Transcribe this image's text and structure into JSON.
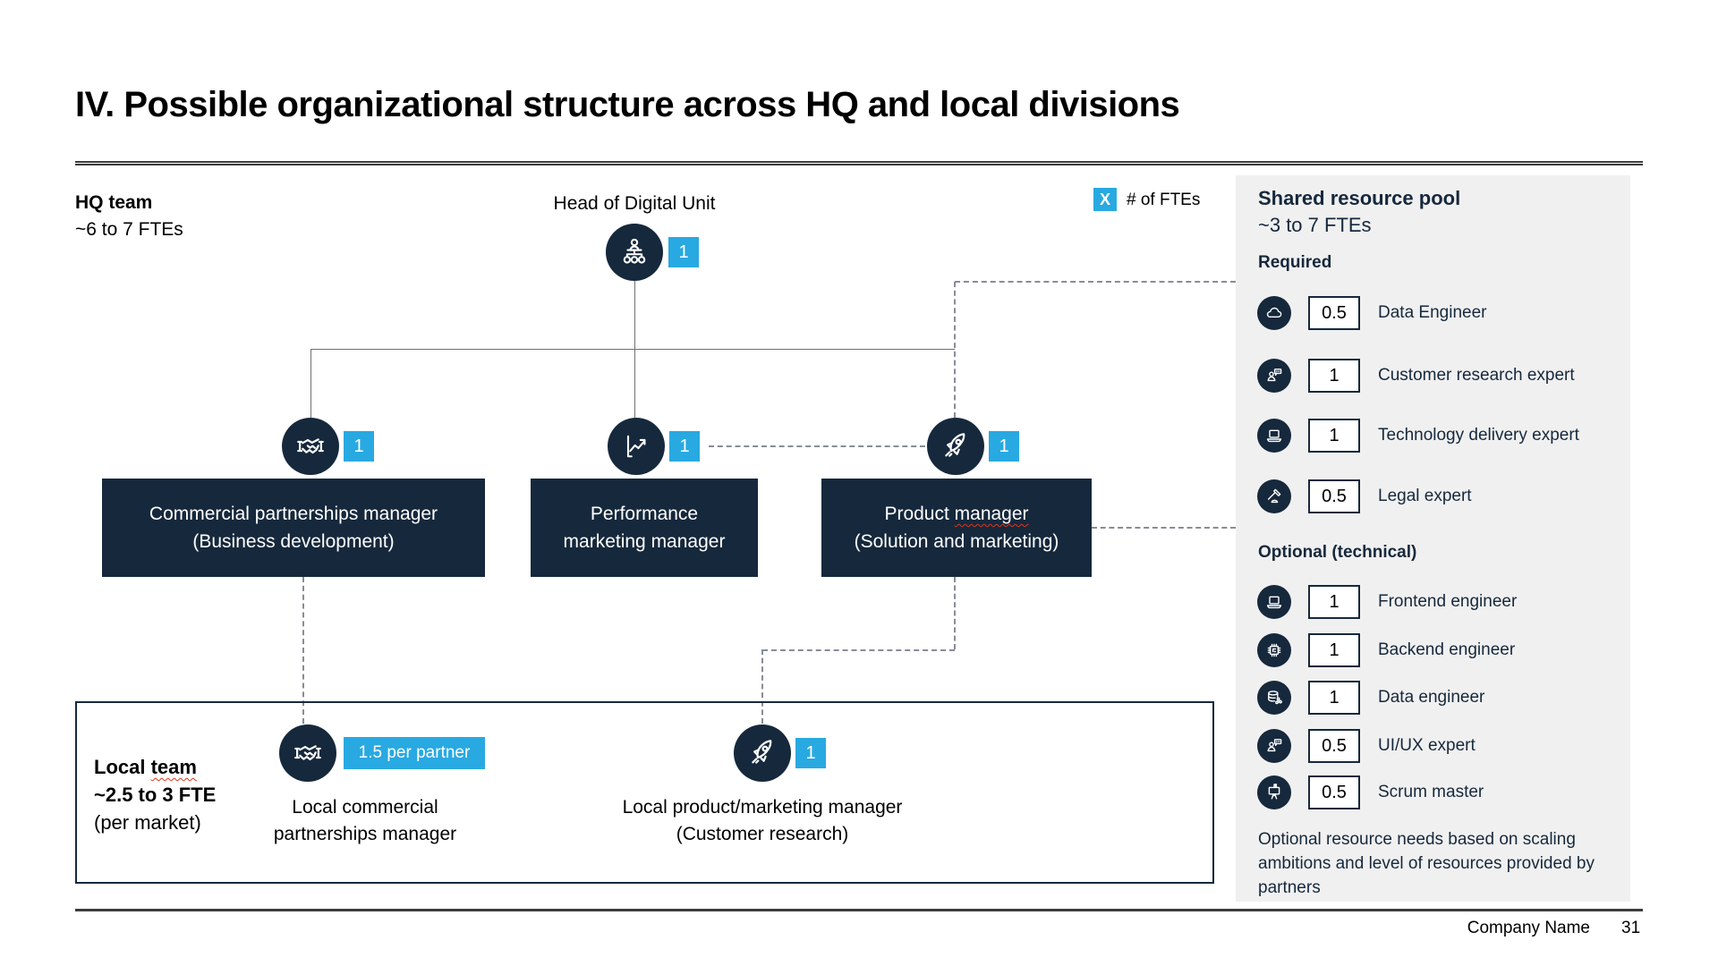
{
  "title": "IV. Possible organizational structure across HQ and local divisions",
  "legend": {
    "symbol": "X",
    "label": "# of FTEs"
  },
  "hq": {
    "label": "HQ team",
    "sub": "~6 to 7 FTEs",
    "head": {
      "title": "Head of Digital Unit",
      "fte": "1",
      "icon": "org-chart-icon"
    },
    "managers": [
      {
        "icon": "handshake-icon",
        "fte": "1",
        "line1": "Commercial partnerships manager",
        "line2": "(Business development)"
      },
      {
        "icon": "growth-chart-icon",
        "fte": "1",
        "line1": "Performance",
        "line2": "marketing manager"
      },
      {
        "icon": "rocket-icon",
        "fte": "1",
        "line1_a": "Product",
        "line1_b": "manager",
        "line2": "(Solution and marketing)"
      }
    ]
  },
  "local": {
    "label_a": "Local",
    "label_b": "team",
    "sub1": "~2.5 to 3 FTE",
    "sub2": "(per market)",
    "members": [
      {
        "icon": "handshake-icon",
        "fte": "1.5 per partner",
        "line1": "Local commercial",
        "line2": "partnerships manager"
      },
      {
        "icon": "rocket-icon",
        "fte": "1",
        "line1": "Local product/marketing manager",
        "line2": "(Customer research)"
      }
    ]
  },
  "pool": {
    "title": "Shared resource pool",
    "sub": "~3 to 7 FTEs",
    "required_label": "Required",
    "required": [
      {
        "icon": "cloud-icon",
        "fte": "0.5",
        "label": "Data Engineer"
      },
      {
        "icon": "customer-chat-icon",
        "fte": "1",
        "label": "Customer research expert"
      },
      {
        "icon": "laptop-icon",
        "fte": "1",
        "label": "Technology delivery expert"
      },
      {
        "icon": "gavel-icon",
        "fte": "0.5",
        "label": "Legal expert"
      }
    ],
    "optional_label": "Optional (technical)",
    "optional": [
      {
        "icon": "laptop-icon",
        "fte": "1",
        "label": "Frontend engineer"
      },
      {
        "icon": "chip-icon",
        "fte": "1",
        "label": "Backend engineer"
      },
      {
        "icon": "database-icon",
        "fte": "1",
        "label": "Data engineer"
      },
      {
        "icon": "customer-chat-icon",
        "fte": "0.5",
        "label": "UI/UX expert"
      },
      {
        "icon": "scrum-board-icon",
        "fte": "0.5",
        "label": "Scrum master"
      }
    ],
    "note": "Optional resource needs based on scaling ambitions and level of resources provided by partners"
  },
  "footer": {
    "company": "Company Name",
    "page": "31"
  },
  "colors": {
    "navy": "#16283c",
    "accent_blue": "#29a9e1",
    "panel_gray": "#f0f0f0"
  }
}
